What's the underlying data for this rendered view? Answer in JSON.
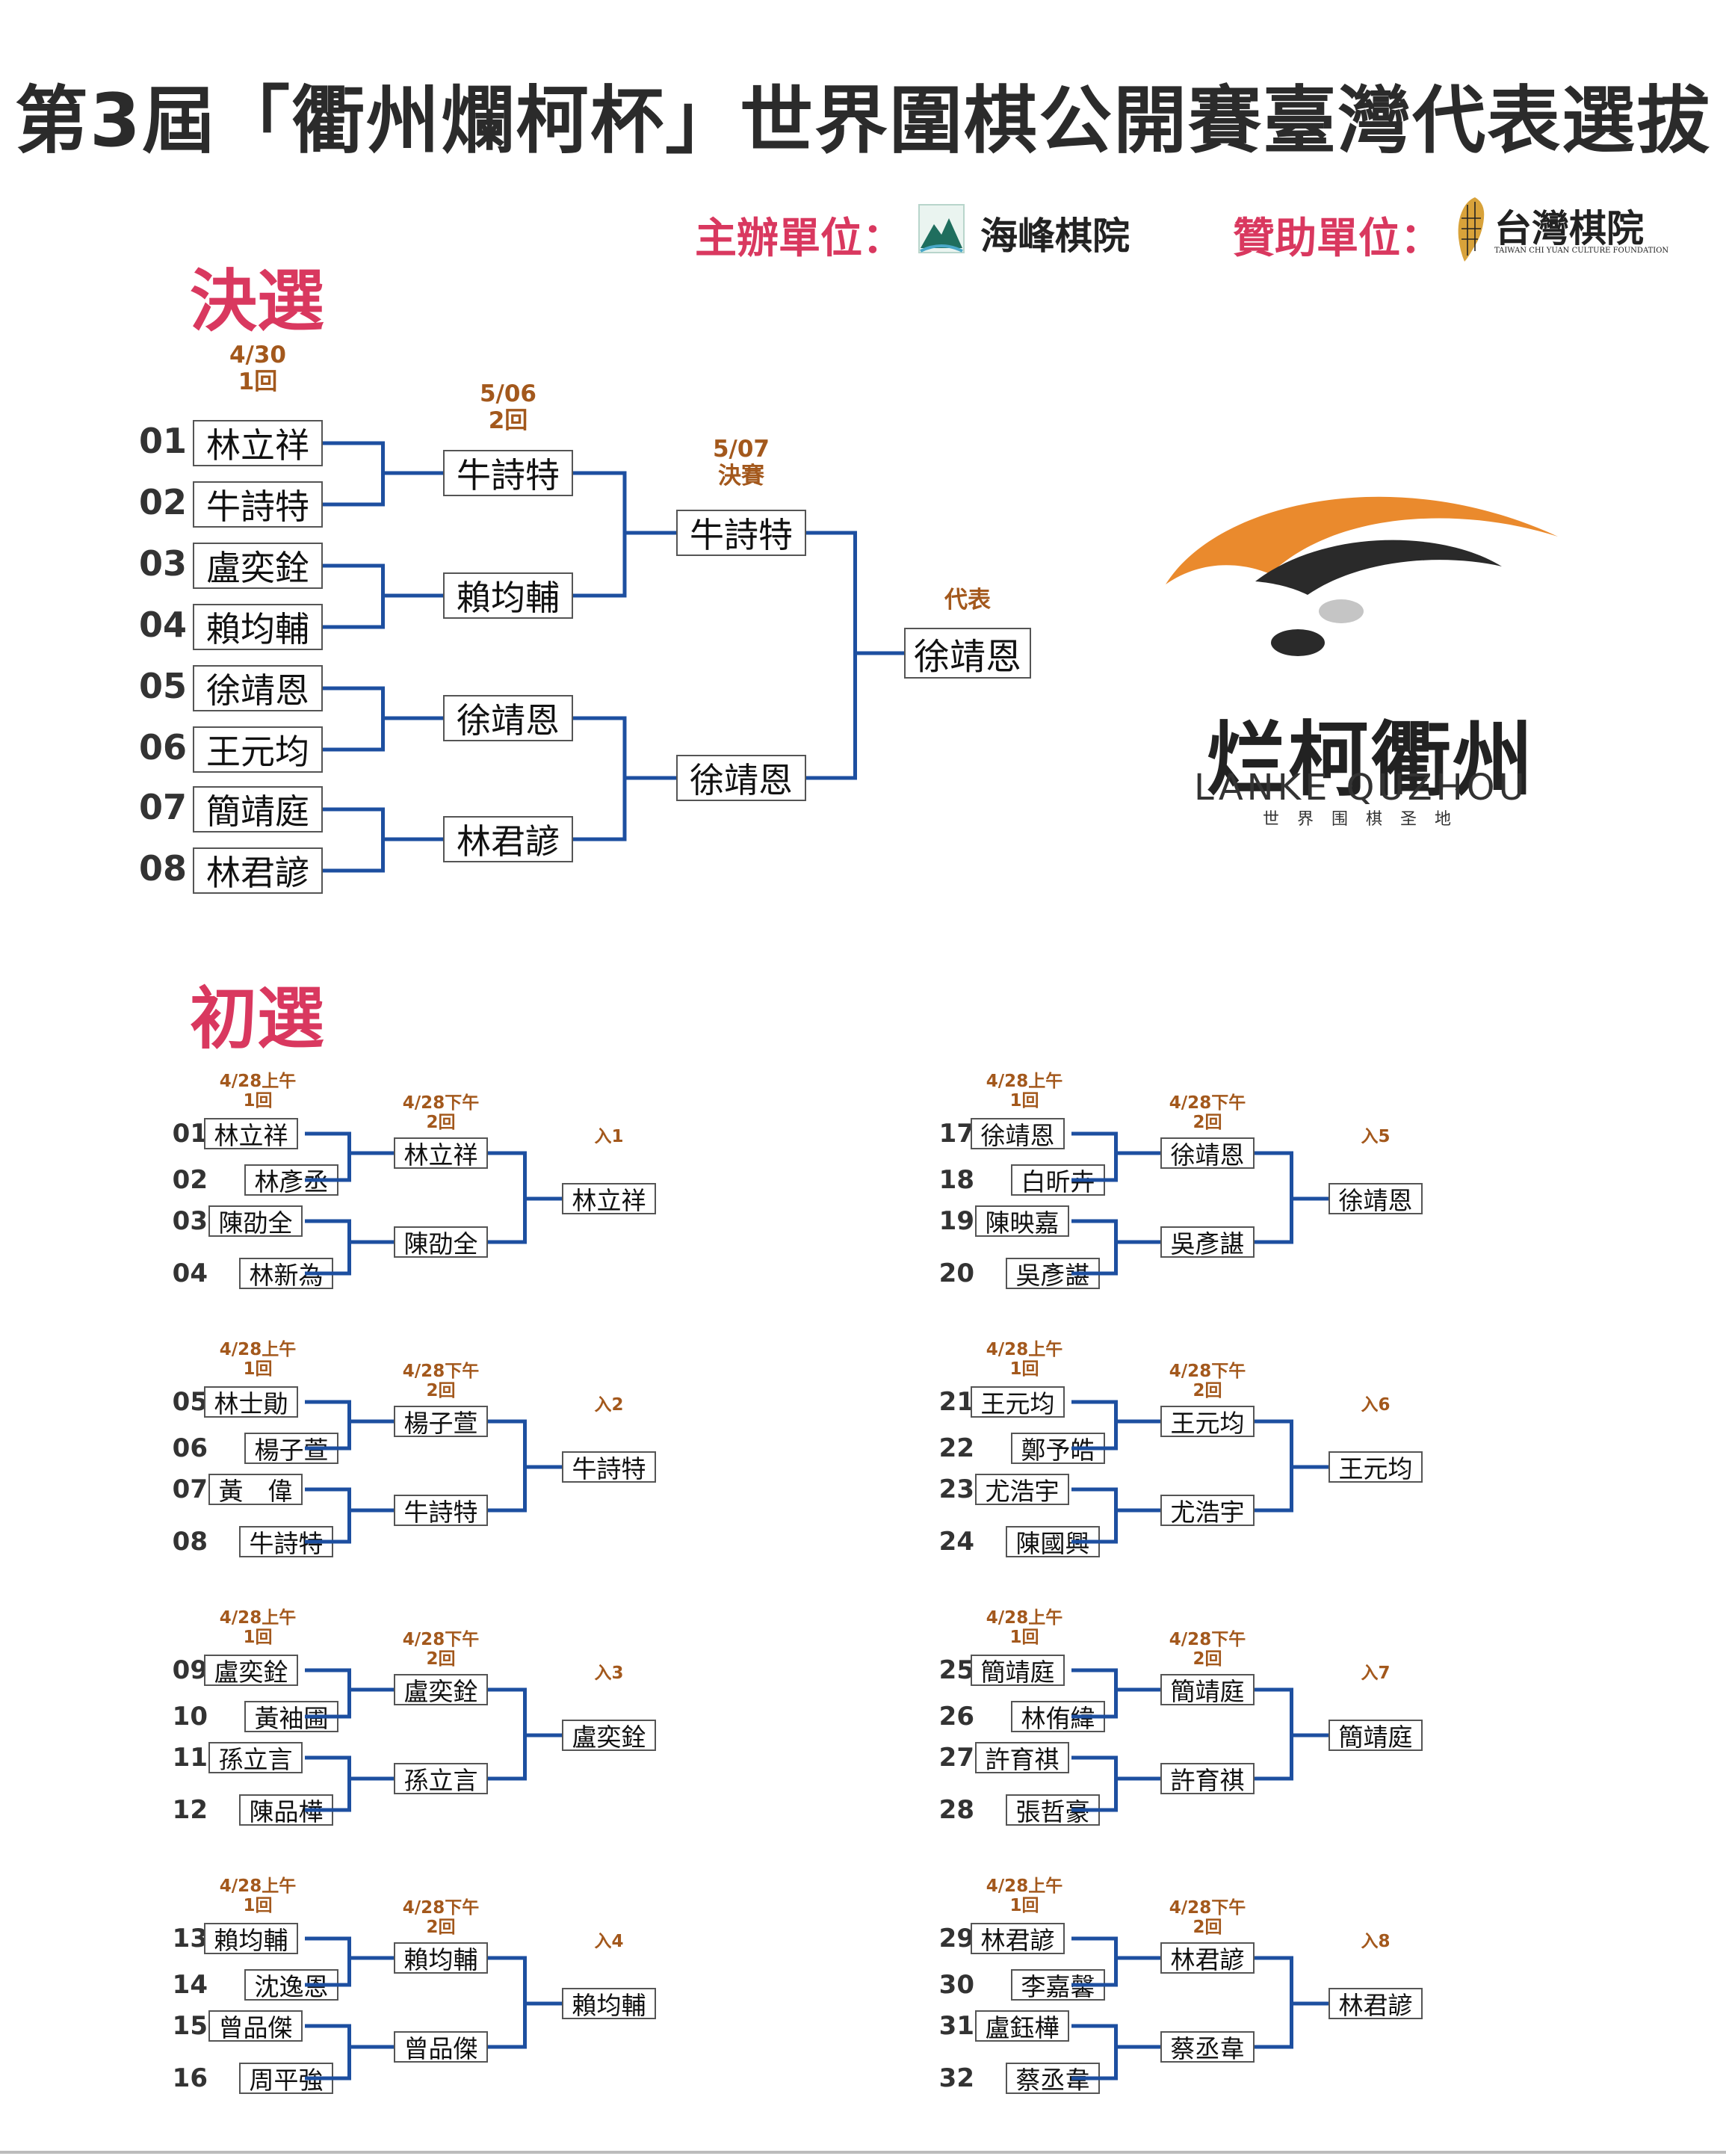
{
  "title": "第3屆「衢州爛柯杯」世界圍棋公開賽臺灣代表選拔",
  "organizer": {
    "label": "主辦單位：",
    "name": "海峰棋院"
  },
  "sponsor": {
    "label": "贊助單位：",
    "name": "台灣棋院",
    "en": "TAIWAN CHI YUAN CULTURE FOUNDATION"
  },
  "lanke": {
    "cn": "烂柯衢州",
    "en": "LANKE QUZHOU",
    "sub": "世界围棋圣地"
  },
  "colors": {
    "accent": "#d9385f",
    "round_label": "#a3581c",
    "bracket_line": "#1d4fa0",
    "lanke_orange": "#ea8a2d"
  },
  "finals": {
    "heading": "決選",
    "rounds": [
      {
        "date": "4/30",
        "name": "1回"
      },
      {
        "date": "5/06",
        "name": "2回"
      },
      {
        "date": "5/07",
        "name": "決賽"
      }
    ],
    "winner_label": "代表",
    "players": [
      {
        "seed": "01",
        "name": "林立祥"
      },
      {
        "seed": "02",
        "name": "牛詩特"
      },
      {
        "seed": "03",
        "name": "盧奕銓"
      },
      {
        "seed": "04",
        "name": "賴均輔"
      },
      {
        "seed": "05",
        "name": "徐靖恩"
      },
      {
        "seed": "06",
        "name": "王元均"
      },
      {
        "seed": "07",
        "name": "簡靖庭"
      },
      {
        "seed": "08",
        "name": "林君諺"
      }
    ],
    "round2": [
      "牛詩特",
      "賴均輔",
      "徐靖恩",
      "林君諺"
    ],
    "semis": [
      "牛詩特",
      "徐靖恩"
    ],
    "winner": "徐靖恩"
  },
  "prelims": {
    "heading": "初選",
    "round1_date": "4/28上午",
    "round1_name": "1回",
    "round2_date": "4/28下午",
    "round2_name": "2回",
    "groups": [
      {
        "players": [
          {
            "seed": "01",
            "name": "林立祥"
          },
          {
            "seed": "02",
            "name": "林彥丞"
          },
          {
            "seed": "03",
            "name": "陳劭全"
          },
          {
            "seed": "04",
            "name": "林新為"
          }
        ],
        "round2": [
          "林立祥",
          "陳劭全"
        ],
        "qualifier_label": "入1",
        "qualifier": "林立祥"
      },
      {
        "players": [
          {
            "seed": "05",
            "name": "林士勛"
          },
          {
            "seed": "06",
            "name": "楊子萱"
          },
          {
            "seed": "07",
            "name": "黃　偉"
          },
          {
            "seed": "08",
            "name": "牛詩特"
          }
        ],
        "round2": [
          "楊子萱",
          "牛詩特"
        ],
        "qualifier_label": "入2",
        "qualifier": "牛詩特"
      },
      {
        "players": [
          {
            "seed": "09",
            "name": "盧奕銓"
          },
          {
            "seed": "10",
            "name": "黃袖圃"
          },
          {
            "seed": "11",
            "name": "孫立言"
          },
          {
            "seed": "12",
            "name": "陳品樺"
          }
        ],
        "round2": [
          "盧奕銓",
          "孫立言"
        ],
        "qualifier_label": "入3",
        "qualifier": "盧奕銓"
      },
      {
        "players": [
          {
            "seed": "13",
            "name": "賴均輔"
          },
          {
            "seed": "14",
            "name": "沈逸恩"
          },
          {
            "seed": "15",
            "name": "曾品傑"
          },
          {
            "seed": "16",
            "name": "周平強"
          }
        ],
        "round2": [
          "賴均輔",
          "曾品傑"
        ],
        "qualifier_label": "入4",
        "qualifier": "賴均輔"
      },
      {
        "players": [
          {
            "seed": "17",
            "name": "徐靖恩"
          },
          {
            "seed": "18",
            "name": "白昕卉"
          },
          {
            "seed": "19",
            "name": "陳映嘉"
          },
          {
            "seed": "20",
            "name": "吳彥諶"
          }
        ],
        "round2": [
          "徐靖恩",
          "吳彥諶"
        ],
        "qualifier_label": "入5",
        "qualifier": "徐靖恩"
      },
      {
        "players": [
          {
            "seed": "21",
            "name": "王元均"
          },
          {
            "seed": "22",
            "name": "鄭予皓"
          },
          {
            "seed": "23",
            "name": "尤浩宇"
          },
          {
            "seed": "24",
            "name": "陳國興"
          }
        ],
        "round2": [
          "王元均",
          "尤浩宇"
        ],
        "qualifier_label": "入6",
        "qualifier": "王元均"
      },
      {
        "players": [
          {
            "seed": "25",
            "name": "簡靖庭"
          },
          {
            "seed": "26",
            "name": "林侑緯"
          },
          {
            "seed": "27",
            "name": "許育祺"
          },
          {
            "seed": "28",
            "name": "張哲豪"
          }
        ],
        "round2": [
          "簡靖庭",
          "許育祺"
        ],
        "qualifier_label": "入7",
        "qualifier": "簡靖庭"
      },
      {
        "players": [
          {
            "seed": "29",
            "name": "林君諺"
          },
          {
            "seed": "30",
            "name": "李嘉馨"
          },
          {
            "seed": "31",
            "name": "盧鈺樺"
          },
          {
            "seed": "32",
            "name": "蔡丞韋"
          }
        ],
        "round2": [
          "林君諺",
          "蔡丞韋"
        ],
        "qualifier_label": "入8",
        "qualifier": "林君諺"
      }
    ]
  }
}
